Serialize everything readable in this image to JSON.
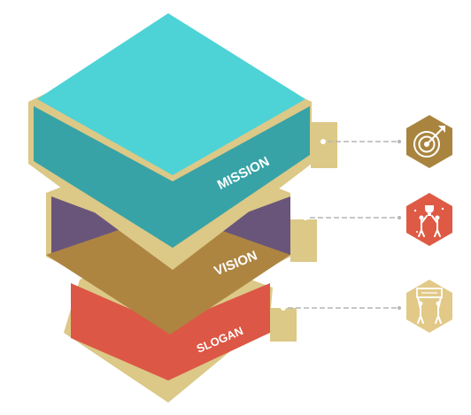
{
  "layers": [
    {
      "id": "mission",
      "label": "MISSION",
      "front_color": "#37a3a6",
      "top_color": "#4dd3d6",
      "icon": "target-with-arrow-icon",
      "icon_color": "#a9843e"
    },
    {
      "id": "vision",
      "label": "VISION",
      "front_color": "#6a557a",
      "top_color": "#ad8541",
      "icon": "people-lifting-trophy-icon",
      "icon_color": "#de5a44"
    },
    {
      "id": "slogan",
      "label": "SLOGAN",
      "front_color": "#dc5745",
      "top_color": "#ad8541",
      "icon": "people-holding-banner-icon",
      "icon_color": "#e2c988"
    }
  ],
  "colors": {
    "tan_band": "#dcc887",
    "connector_line": "#b5b5b5"
  }
}
